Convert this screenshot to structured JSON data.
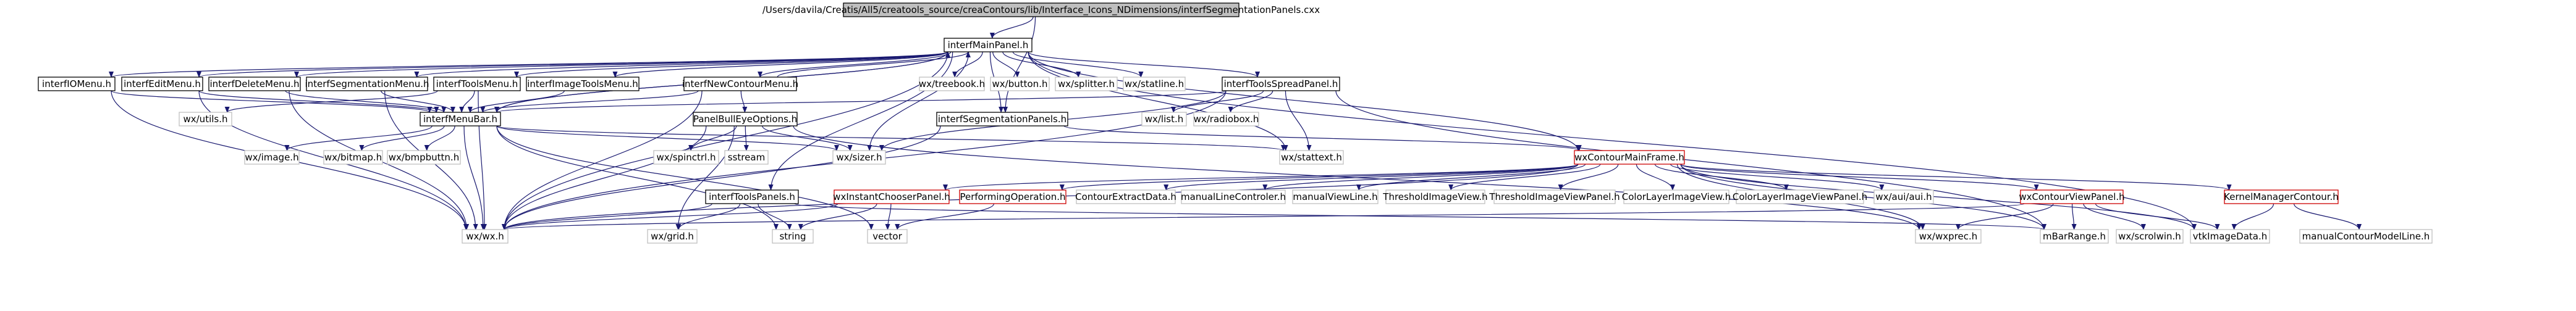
{
  "colors": {
    "edge": "#191970",
    "node_border_black": "#000000",
    "node_border_red": "#cc0000",
    "node_fill_white": "#ffffff",
    "root_fill": "#bfbfbf"
  },
  "nodes": [
    {
      "id": "root",
      "label": "/Users/davila/Creatis/All5/creatools_source/creaContours/lib/Interface_Icons_NDimensions/interfSegmentationPanels.cxx",
      "style": "root"
    },
    {
      "id": "interfMainPanel_h",
      "label": "interfMainPanel.h",
      "style": "black"
    },
    {
      "id": "interfIOMenu_h",
      "label": "interfIOMenu.h",
      "style": "black"
    },
    {
      "id": "interfEditMenu_h",
      "label": "interfEditMenu.h",
      "style": "black"
    },
    {
      "id": "interfDeleteMenu_h",
      "label": "interfDeleteMenu.h",
      "style": "black"
    },
    {
      "id": "interfSegmentationMenu_h",
      "label": "interfSegmentationMenu.h",
      "style": "black"
    },
    {
      "id": "interfToolsMenu_h",
      "label": "interfToolsMenu.h",
      "style": "black"
    },
    {
      "id": "interfImageToolsMenu_h",
      "label": "interfImageToolsMenu.h",
      "style": "black"
    },
    {
      "id": "interfNewContourMenu_h",
      "label": "interfNewContourMenu.h",
      "style": "black"
    },
    {
      "id": "wx_treebook_h",
      "label": "wx/treebook.h",
      "style": "gray"
    },
    {
      "id": "wx_button_h",
      "label": "wx/button.h",
      "style": "gray"
    },
    {
      "id": "wx_splitter_h",
      "label": "wx/splitter.h",
      "style": "gray"
    },
    {
      "id": "wx_statline_h",
      "label": "wx/statline.h",
      "style": "gray"
    },
    {
      "id": "interfToolsSpreadPanel_h",
      "label": "interfToolsSpreadPanel.h",
      "style": "black"
    },
    {
      "id": "wx_utils_h",
      "label": "wx/utils.h",
      "style": "gray"
    },
    {
      "id": "interfMenuBar_h",
      "label": "interfMenuBar.h",
      "style": "black"
    },
    {
      "id": "PanelBullEyeOptions_h",
      "label": "PanelBullEyeOptions.h",
      "style": "black"
    },
    {
      "id": "interfSegmentationPanels_h",
      "label": "interfSegmentationPanels.h",
      "style": "black"
    },
    {
      "id": "wx_list_h",
      "label": "wx/list.h",
      "style": "gray"
    },
    {
      "id": "wx_radiobox_h",
      "label": "wx/radiobox.h",
      "style": "gray"
    },
    {
      "id": "wx_image_h",
      "label": "wx/image.h",
      "style": "gray"
    },
    {
      "id": "wx_bitmap_h",
      "label": "wx/bitmap.h",
      "style": "gray"
    },
    {
      "id": "wx_bmpbuttn_h",
      "label": "wx/bmpbuttn.h",
      "style": "gray"
    },
    {
      "id": "wx_spinctrl_h",
      "label": "wx/spinctrl.h",
      "style": "gray"
    },
    {
      "id": "sstream",
      "label": "sstream",
      "style": "gray"
    },
    {
      "id": "wx_sizer_h",
      "label": "wx/sizer.h",
      "style": "gray"
    },
    {
      "id": "wx_stattext_h",
      "label": "wx/stattext.h",
      "style": "gray"
    },
    {
      "id": "wxContourMainFrame_h",
      "label": "wxContourMainFrame.h",
      "style": "red"
    },
    {
      "id": "interfToolsPanels_h",
      "label": "interfToolsPanels.h",
      "style": "black"
    },
    {
      "id": "wxInstantChooserPanel_h",
      "label": "wxInstantChooserPanel.h",
      "style": "red"
    },
    {
      "id": "PerformingOperation_h",
      "label": "PerformingOperation.h",
      "style": "red"
    },
    {
      "id": "ContourExtractData_h",
      "label": "ContourExtractData.h",
      "style": "gray"
    },
    {
      "id": "manualLineControler_h",
      "label": "manualLineControler.h",
      "style": "gray"
    },
    {
      "id": "manualViewLine_h",
      "label": "manualViewLine.h",
      "style": "gray"
    },
    {
      "id": "ThresholdImageView_h",
      "label": "ThresholdImageView.h",
      "style": "gray"
    },
    {
      "id": "ThresholdImageViewPanel_h",
      "label": "ThresholdImageViewPanel.h",
      "style": "gray"
    },
    {
      "id": "ColorLayerImageView_h",
      "label": "ColorLayerImageView.h",
      "style": "gray"
    },
    {
      "id": "ColorLayerImageViewPanel_h",
      "label": "ColorLayerImageViewPanel.h",
      "style": "gray"
    },
    {
      "id": "wx_aui_aui_h",
      "label": "wx/aui/aui.h",
      "style": "gray"
    },
    {
      "id": "wxContourViewPanel_h",
      "label": "wxContourViewPanel.h",
      "style": "red"
    },
    {
      "id": "KernelManagerContour_h",
      "label": "KernelManagerContour.h",
      "style": "red"
    },
    {
      "id": "wx_wx_h",
      "label": "wx/wx.h",
      "style": "gray"
    },
    {
      "id": "wx_grid_h",
      "label": "wx/grid.h",
      "style": "gray"
    },
    {
      "id": "string",
      "label": "string",
      "style": "gray"
    },
    {
      "id": "vector",
      "label": "vector",
      "style": "gray"
    },
    {
      "id": "wx_wxprec_h",
      "label": "wx/wxprec.h",
      "style": "gray"
    },
    {
      "id": "mBarRange_h",
      "label": "mBarRange.h",
      "style": "gray"
    },
    {
      "id": "wx_scrolwin_h",
      "label": "wx/scrolwin.h",
      "style": "gray"
    },
    {
      "id": "vtkImageData_h",
      "label": "vtkImageData.h",
      "style": "gray"
    },
    {
      "id": "manualContourModelLine_h",
      "label": "manualContourModelLine.h",
      "style": "gray"
    }
  ],
  "edges": [
    [
      "root",
      "interfMainPanel_h"
    ],
    [
      "root",
      "interfSegmentationPanels_h"
    ],
    [
      "interfMainPanel_h",
      "interfIOMenu_h"
    ],
    [
      "interfMainPanel_h",
      "interfEditMenu_h"
    ],
    [
      "interfMainPanel_h",
      "interfDeleteMenu_h"
    ],
    [
      "interfMainPanel_h",
      "interfSegmentationMenu_h"
    ],
    [
      "interfMainPanel_h",
      "interfToolsMenu_h"
    ],
    [
      "interfMainPanel_h",
      "interfImageToolsMenu_h"
    ],
    [
      "interfMainPanel_h",
      "interfNewContourMenu_h"
    ],
    [
      "interfMainPanel_h",
      "wx_treebook_h"
    ],
    [
      "interfMainPanel_h",
      "wx_button_h"
    ],
    [
      "interfMainPanel_h",
      "wx_splitter_h"
    ],
    [
      "interfMainPanel_h",
      "wx_statline_h"
    ],
    [
      "interfMainPanel_h",
      "interfToolsSpreadPanel_h"
    ],
    [
      "interfMainPanel_h",
      "interfMenuBar_h"
    ],
    [
      "interfMainPanel_h",
      "interfSegmentationPanels_h"
    ],
    [
      "interfMainPanel_h",
      "wx_sizer_h"
    ],
    [
      "interfMainPanel_h",
      "wx_stattext_h"
    ],
    [
      "interfMainPanel_h",
      "wxContourMainFrame_h"
    ],
    [
      "interfMainPanel_h",
      "interfToolsPanels_h"
    ],
    [
      "interfMainPanel_h",
      "wx_wx_h"
    ],
    [
      "interfMainPanel_h",
      "vtkImageData_h"
    ],
    [
      "interfIOMenu_h",
      "interfMenuBar_h"
    ],
    [
      "interfIOMenu_h",
      "wx_wx_h"
    ],
    [
      "interfEditMenu_h",
      "interfMenuBar_h"
    ],
    [
      "interfEditMenu_h",
      "wx_wx_h"
    ],
    [
      "interfDeleteMenu_h",
      "interfMenuBar_h"
    ],
    [
      "interfDeleteMenu_h",
      "wx_wx_h"
    ],
    [
      "interfSegmentationMenu_h",
      "interfMenuBar_h"
    ],
    [
      "interfSegmentationMenu_h",
      "wx_wx_h"
    ],
    [
      "interfToolsMenu_h",
      "interfMenuBar_h"
    ],
    [
      "interfToolsMenu_h",
      "wx_utils_h"
    ],
    [
      "interfToolsMenu_h",
      "wx_wx_h"
    ],
    [
      "interfImageToolsMenu_h",
      "interfMenuBar_h"
    ],
    [
      "interfNewContourMenu_h",
      "interfMenuBar_h"
    ],
    [
      "interfNewContourMenu_h",
      "PanelBullEyeOptions_h"
    ],
    [
      "interfNewContourMenu_h",
      "interfMainPanel_h"
    ],
    [
      "interfNewContourMenu_h",
      "wx_wx_h"
    ],
    [
      "interfToolsSpreadPanel_h",
      "wx_list_h"
    ],
    [
      "interfToolsSpreadPanel_h",
      "wx_radiobox_h"
    ],
    [
      "interfToolsSpreadPanel_h",
      "wx_sizer_h"
    ],
    [
      "interfToolsSpreadPanel_h",
      "wx_stattext_h"
    ],
    [
      "interfToolsSpreadPanel_h",
      "interfMenuBar_h"
    ],
    [
      "interfToolsSpreadPanel_h",
      "wx_wx_h"
    ],
    [
      "interfToolsSpreadPanel_h",
      "mBarRange_h"
    ],
    [
      "interfMenuBar_h",
      "wx_image_h"
    ],
    [
      "interfMenuBar_h",
      "wx_bitmap_h"
    ],
    [
      "interfMenuBar_h",
      "wx_bmpbuttn_h"
    ],
    [
      "interfMenuBar_h",
      "wx_sizer_h"
    ],
    [
      "interfMenuBar_h",
      "wx_stattext_h"
    ],
    [
      "interfMenuBar_h",
      "wx_wx_h"
    ],
    [
      "interfMenuBar_h",
      "string"
    ],
    [
      "interfMenuBar_h",
      "vector"
    ],
    [
      "interfMenuBar_h",
      "interfMainPanel_h"
    ],
    [
      "PanelBullEyeOptions_h",
      "wx_spinctrl_h"
    ],
    [
      "PanelBullEyeOptions_h",
      "sstream"
    ],
    [
      "PanelBullEyeOptions_h",
      "wx_sizer_h"
    ],
    [
      "PanelBullEyeOptions_h",
      "wx_grid_h"
    ],
    [
      "PanelBullEyeOptions_h",
      "wx_wx_h"
    ],
    [
      "PanelBullEyeOptions_h",
      "wx_wxprec_h"
    ],
    [
      "interfSegmentationPanels_h",
      "wx_wx_h"
    ],
    [
      "interfSegmentationPanels_h",
      "wxContourMainFrame_h"
    ],
    [
      "wxContourMainFrame_h",
      "wxInstantChooserPanel_h"
    ],
    [
      "wxContourMainFrame_h",
      "PerformingOperation_h"
    ],
    [
      "wxContourMainFrame_h",
      "ContourExtractData_h"
    ],
    [
      "wxContourMainFrame_h",
      "manualLineControler_h"
    ],
    [
      "wxContourMainFrame_h",
      "manualViewLine_h"
    ],
    [
      "wxContourMainFrame_h",
      "ThresholdImageView_h"
    ],
    [
      "wxContourMainFrame_h",
      "ThresholdImageViewPanel_h"
    ],
    [
      "wxContourMainFrame_h",
      "ColorLayerImageView_h"
    ],
    [
      "wxContourMainFrame_h",
      "ColorLayerImageViewPanel_h"
    ],
    [
      "wxContourMainFrame_h",
      "wx_aui_aui_h"
    ],
    [
      "wxContourMainFrame_h",
      "wxContourViewPanel_h"
    ],
    [
      "wxContourMainFrame_h",
      "KernelManagerContour_h"
    ],
    [
      "wxContourMainFrame_h",
      "wx_wx_h"
    ],
    [
      "wxContourMainFrame_h",
      "wx_wxprec_h"
    ],
    [
      "wxContourMainFrame_h",
      "mBarRange_h"
    ],
    [
      "wxContourMainFrame_h",
      "vtkImageData_h"
    ],
    [
      "interfToolsPanels_h",
      "wx_wx_h"
    ],
    [
      "interfToolsPanels_h",
      "wx_grid_h"
    ],
    [
      "interfToolsPanels_h",
      "string"
    ],
    [
      "interfToolsPanels_h",
      "mBarRange_h"
    ],
    [
      "wxInstantChooserPanel_h",
      "wx_wx_h"
    ],
    [
      "wxInstantChooserPanel_h",
      "string"
    ],
    [
      "wxInstantChooserPanel_h",
      "vector"
    ],
    [
      "PerformingOperation_h",
      "vector"
    ],
    [
      "wxContourViewPanel_h",
      "wx_wx_h"
    ],
    [
      "wxContourViewPanel_h",
      "wx_wxprec_h"
    ],
    [
      "wxContourViewPanel_h",
      "wx_scrolwin_h"
    ],
    [
      "wxContourViewPanel_h",
      "mBarRange_h"
    ],
    [
      "wxContourViewPanel_h",
      "vtkImageData_h"
    ],
    [
      "KernelManagerContour_h",
      "manualContourModelLine_h"
    ],
    [
      "KernelManagerContour_h",
      "vtkImageData_h"
    ]
  ]
}
